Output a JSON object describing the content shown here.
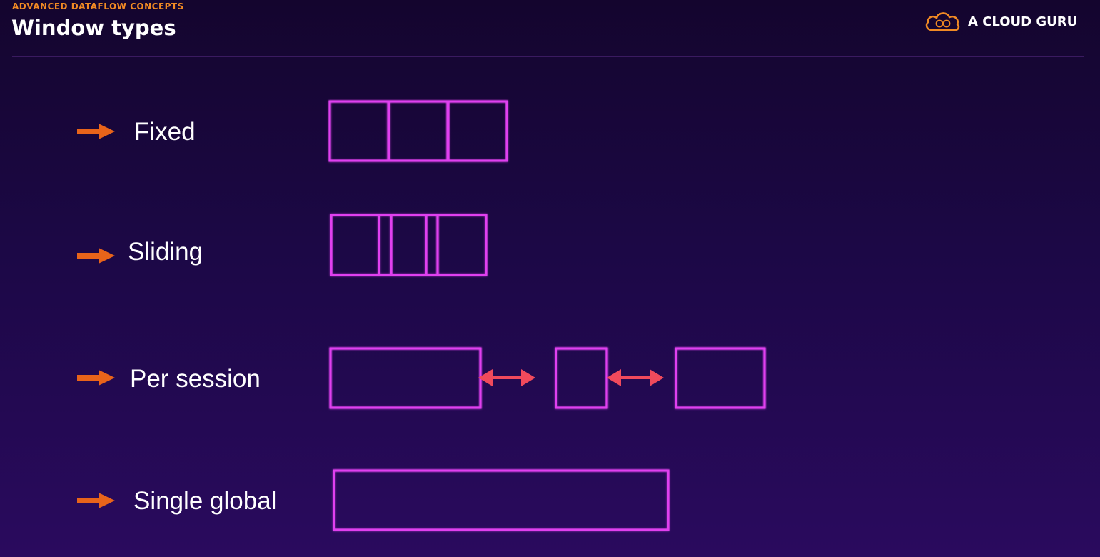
{
  "header": {
    "overline": "ADVANCED DATAFLOW CONCEPTS",
    "title": "Window types",
    "brand": "A CLOUD GURU",
    "brand_icon": "cloud-icon"
  },
  "window_types": [
    {
      "label": "Fixed",
      "arrow_icon": "arrow-right-icon"
    },
    {
      "label": "Sliding",
      "arrow_icon": "arrow-right-icon"
    },
    {
      "label": "Per session",
      "arrow_icon": "arrow-right-icon"
    },
    {
      "label": "Single global",
      "arrow_icon": "arrow-right-icon"
    }
  ],
  "colors": {
    "accent_orange": "#f08a24",
    "window_magenta": "#e040f0",
    "gap_arrow_red": "#f04a5c",
    "text_white": "#ffffff",
    "background": "#1c0846"
  }
}
